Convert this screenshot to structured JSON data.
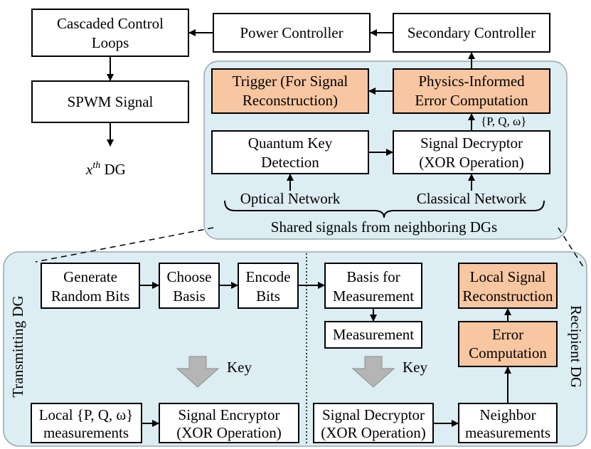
{
  "blocks": {
    "cascaded": [
      "Cascaded Control",
      "Loops"
    ],
    "power": "Power Controller",
    "secondary": "Secondary Controller",
    "spwm": "SPWM Signal",
    "output_var": "x",
    "output_sup": "th",
    "output_suffix": " DG",
    "trigger": [
      "Trigger (For Signal",
      "Reconstruction)"
    ],
    "physics": [
      "Physics-Informed",
      "Error Computation"
    ],
    "pqw_top": "{P, Q, ω}",
    "quantum": [
      "Quantum Key",
      "Detection"
    ],
    "decryptor_top": [
      "Signal Decryptor",
      "(XOR Operation)"
    ],
    "optical": "Optical Network",
    "classical": "Classical Network",
    "shared": "Shared signals from neighboring DGs"
  },
  "bottom": {
    "transmitting_label": "Transmitting DG",
    "recipient_label": "Recipient DG",
    "generate": [
      "Generate",
      "Random Bits"
    ],
    "choose": [
      "Choose",
      "Basis"
    ],
    "encode": [
      "Encode",
      "Bits"
    ],
    "basis": [
      "Basis for",
      "Measurement"
    ],
    "measurement": "Measurement",
    "local_recon": [
      "Local Signal",
      "Reconstruction"
    ],
    "error": [
      "Error",
      "Computation"
    ],
    "key_left": "Key",
    "key_right": "Key",
    "local_meas": [
      "Local {P, Q, ω}",
      "measurements"
    ],
    "encryptor": [
      "Signal Encryptor",
      "(XOR Operation)"
    ],
    "decryptor": [
      "Signal Decryptor",
      "(XOR Operation)"
    ],
    "neighbor": [
      "Neighbor",
      "measurements"
    ]
  },
  "colors": {
    "panel_fill": "#dcedf3",
    "panel_stroke": "#9aa9ae",
    "highlight_fill": "#f8c6a1",
    "key_arrow": "#b5b5b5"
  }
}
